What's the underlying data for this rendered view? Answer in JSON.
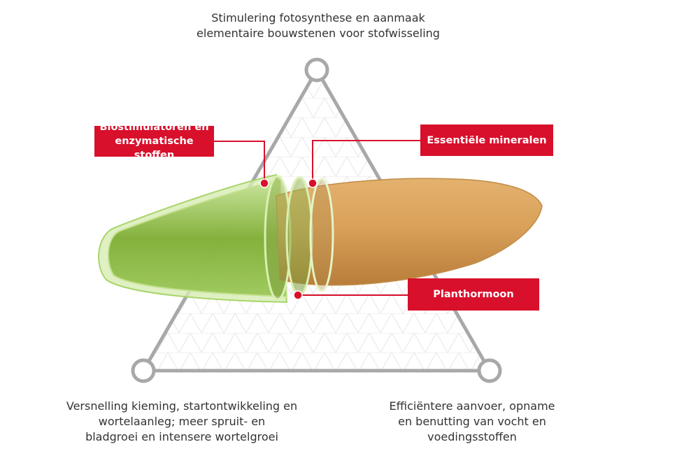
{
  "captions": {
    "top": "Stimulering fotosynthese en aanmaak\nelementaire bouwstenen voor stofwisseling",
    "bottom_left": "Versnelling kieming, startontwikkeling en\nwortelaanleg; meer spruit- en\nbladgroei en intensere wortelgroei",
    "bottom_right": "Efficiëntere aanvoer, opname\nen benutting van vocht en\nvoedingsstoffen"
  },
  "labels": {
    "biostimulators": "Biostimulatoren en\nenzymatische stoffen",
    "minerals": "Essentiële mineralen",
    "hormone": "Planthormoon"
  },
  "colors": {
    "accent_red": "#d8102c",
    "triangle_gray": "#a8a8a8",
    "seed_orange": "#d9a15a",
    "coating_green": "#8cc63f"
  }
}
